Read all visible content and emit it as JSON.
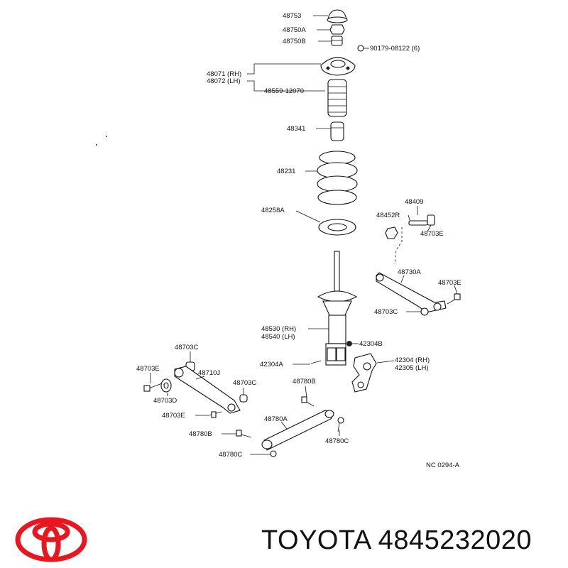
{
  "diagram": {
    "labels": {
      "p48753": "48753",
      "p48750A": "48750A",
      "p48750B": "48750B",
      "p90179": "90179-08122 (6)",
      "p48071": "48071 (RH)",
      "p48072": "48072 (LH)",
      "p48559": "48559-12070",
      "p48341": "48341",
      "p48231": "48231",
      "p48258A": "48258A",
      "p48409": "48409",
      "p48452R": "48452R",
      "p48703E_a": "48703E",
      "p48730A": "48730A",
      "p48703E_b": "48703E",
      "p48703C_a": "48703C",
      "p48530": "48530 (RH)",
      "p48540": "48540 (LH)",
      "p42304B": "42304B",
      "p42304A": "42304A",
      "p42304": "42304 (RH)",
      "p42305": "42305 (LH)",
      "p48703C_b": "48703C",
      "p48703E_c": "48703E",
      "p48710J": "48710J",
      "p48703C_c": "48703C",
      "p48703D": "48703D",
      "p48703E_d": "48703E",
      "p48780B_a": "48780B",
      "p48780A": "48780A",
      "p48780B_b": "48780B",
      "p48780C_a": "48780C",
      "p48780C_b": "48780C",
      "nc_code": "NC 0294-A"
    }
  },
  "footer": {
    "brand_line": "TOYOTA 4845232020",
    "logo_color": "#e8171f"
  }
}
